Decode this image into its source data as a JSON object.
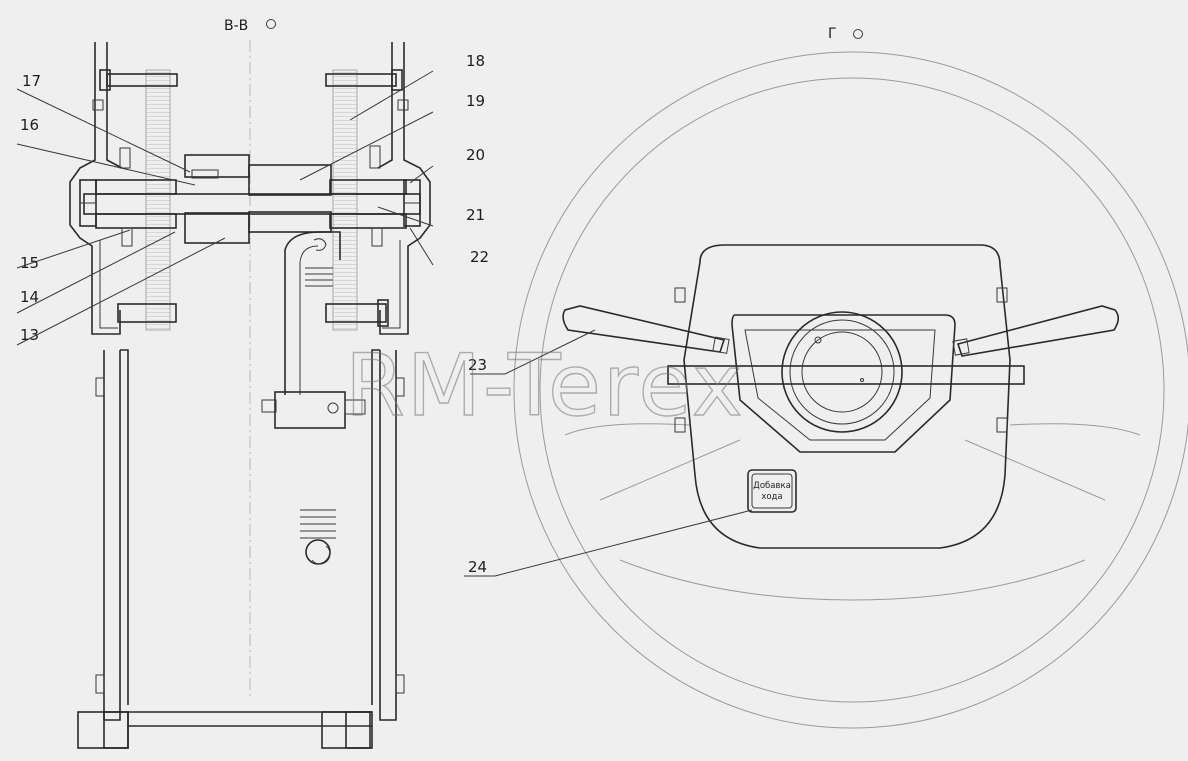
{
  "views": {
    "left_title": "В-В",
    "right_title": "Г"
  },
  "callouts": [
    "13",
    "14",
    "15",
    "16",
    "17",
    "18",
    "19",
    "20",
    "21",
    "22",
    "23",
    "24"
  ],
  "button": {
    "line1": "Добавка",
    "line2": "хода"
  },
  "watermark": "RM-Terex"
}
